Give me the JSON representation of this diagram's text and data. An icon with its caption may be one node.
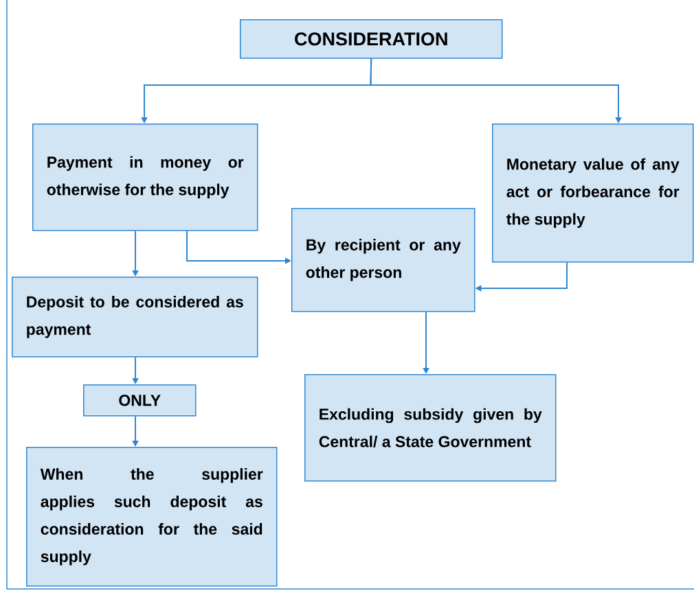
{
  "diagram": {
    "nodes": [
      {
        "text": [
          "CONSIDERATION"
        ]
      },
      {
        "text": [
          "Payment in money or otherwise for the supply"
        ]
      },
      {
        "text": [
          "Monetary value of any act or forbearance for the supply"
        ]
      },
      {
        "text": [
          "By recipient or any other person"
        ]
      },
      {
        "text": [
          "Deposit to be considered as payment"
        ]
      },
      {
        "text": [
          "ONLY"
        ]
      },
      {
        "text": [
          "Excluding subsidy given by Central/ a State Government"
        ]
      },
      {
        "text": [
          "When the supplier applies such deposit as consideration for the said supply"
        ]
      }
    ],
    "edges": [
      {
        "from": 0,
        "to": 1,
        "arrow": "to"
      },
      {
        "from": 0,
        "to": 2,
        "arrow": "to"
      },
      {
        "from": 1,
        "to": 4,
        "arrow": "to"
      },
      {
        "from": 1,
        "to": 3,
        "arrow": "to"
      },
      {
        "from": 2,
        "to": 3,
        "arrow": "to"
      },
      {
        "from": 3,
        "to": 6,
        "arrow": "to"
      },
      {
        "from": 4,
        "to": 5,
        "arrow": "to"
      },
      {
        "from": 5,
        "to": 7,
        "arrow": "to"
      }
    ]
  }
}
